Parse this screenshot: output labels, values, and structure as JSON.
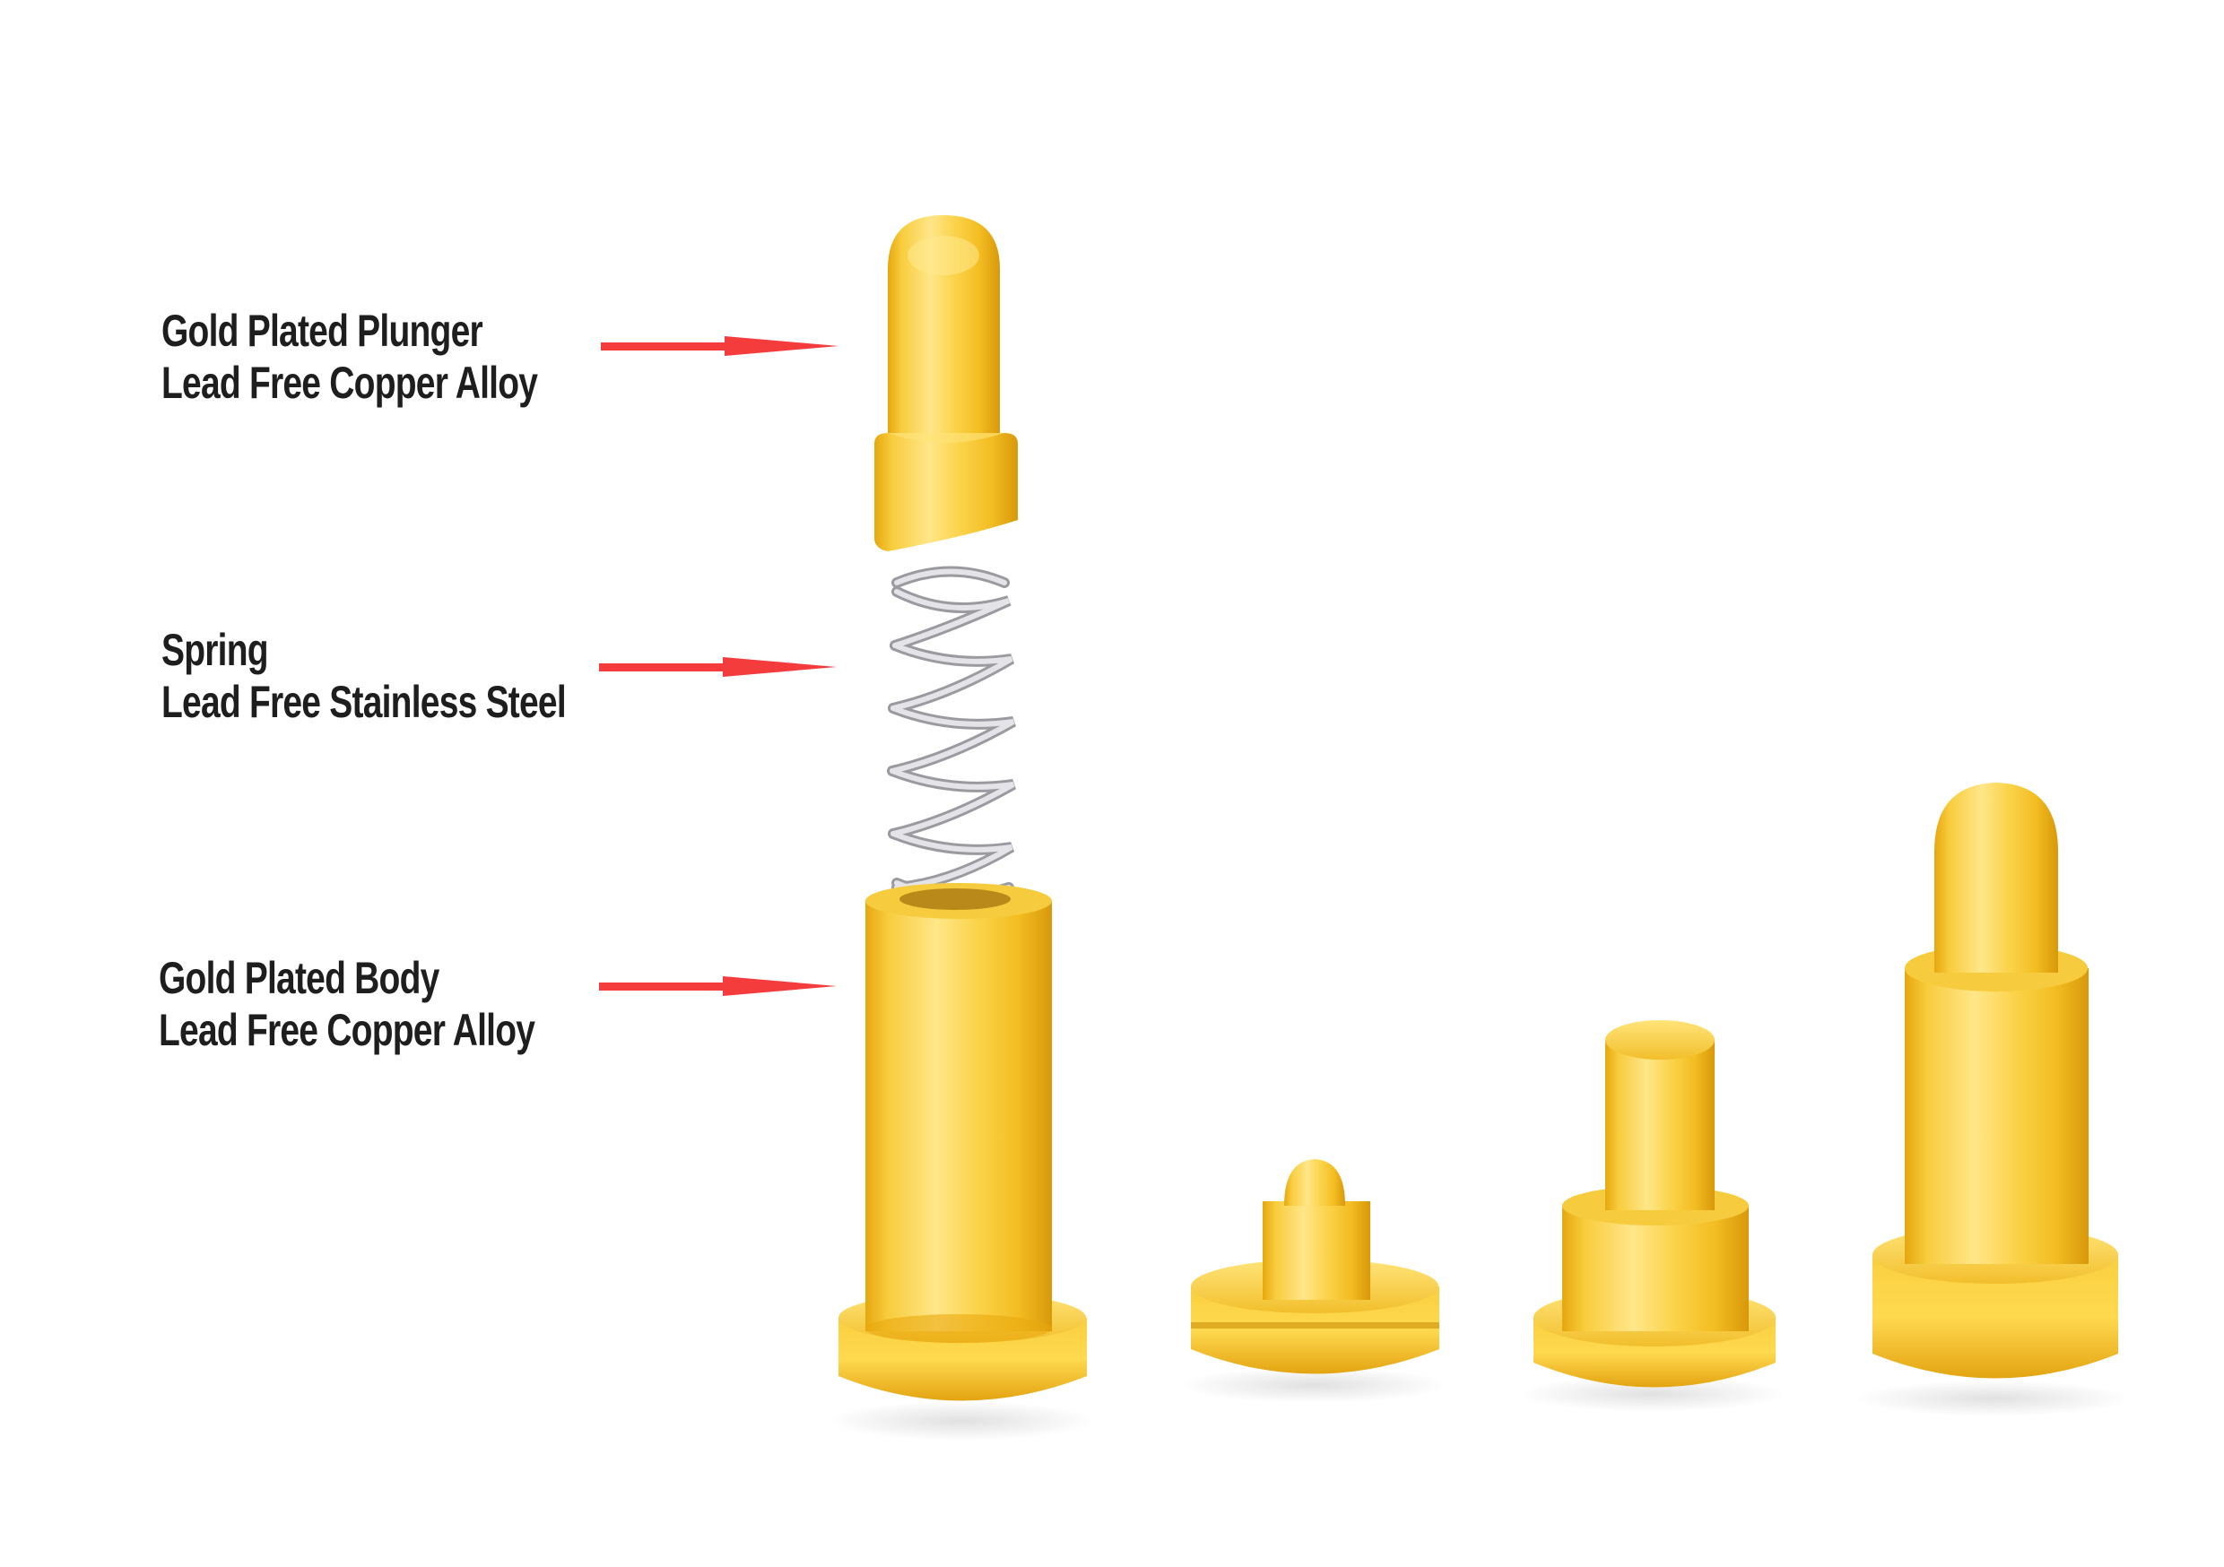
{
  "callouts": [
    {
      "title": "Gold Plated Plunger",
      "material": "Lead Free Copper Alloy",
      "target": "plunger"
    },
    {
      "title": "Spring",
      "material": "Lead Free Stainless Steel",
      "target": "spring"
    },
    {
      "title": "Gold Plated Body",
      "material": "Lead Free Copper Alloy",
      "target": "body"
    }
  ],
  "colors": {
    "arrow": "#f53c3c",
    "label_text": "#1e1e1e",
    "gold_light": "#ffe27a",
    "gold_mid": "#f5c02a",
    "gold_dark": "#d99a08",
    "steel": "#c8c8cc"
  },
  "products": [
    {
      "name": "exploded-pogo-pin",
      "parts": [
        "plunger",
        "spring",
        "body"
      ]
    },
    {
      "name": "short-flanged-pogo-pin"
    },
    {
      "name": "medium-flanged-pogo-pin"
    },
    {
      "name": "tall-flanged-pogo-pin"
    }
  ]
}
